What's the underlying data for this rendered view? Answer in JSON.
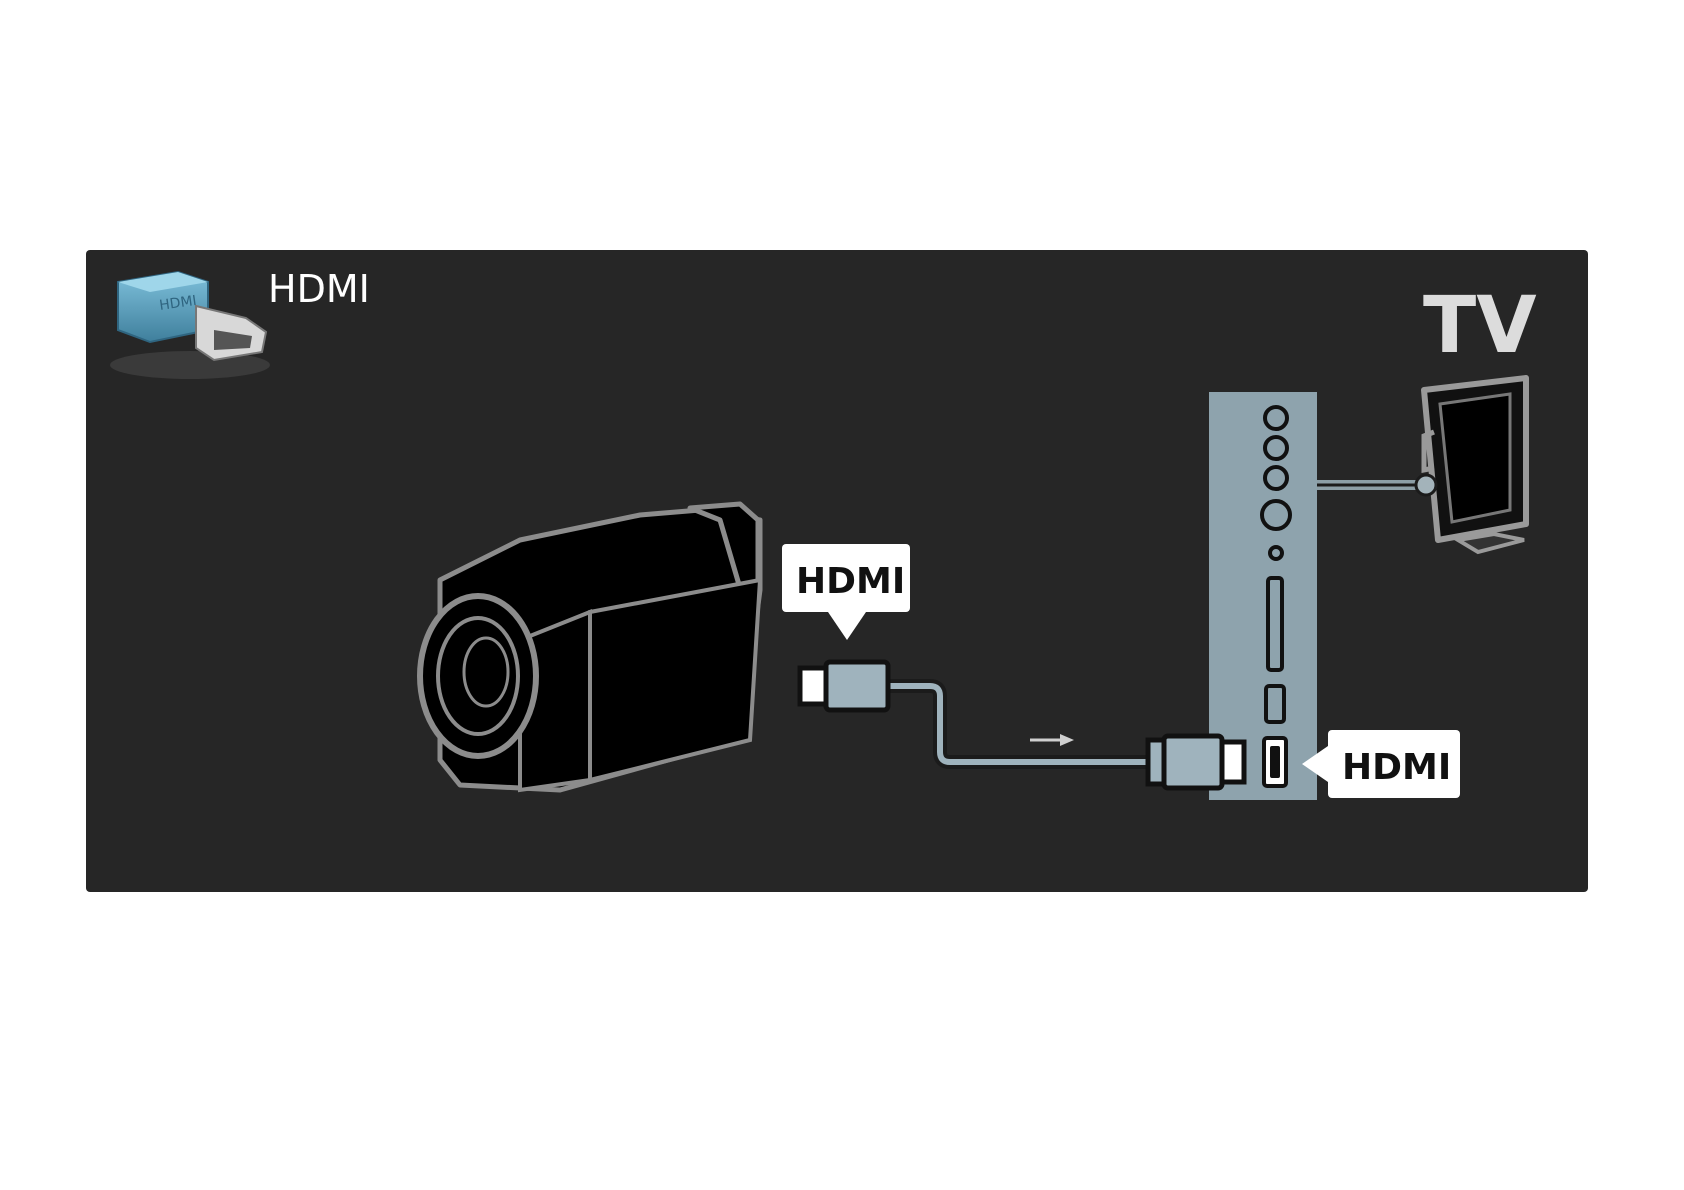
{
  "legend": {
    "connector_label": "HDMI",
    "connector_icon": "hdmi-connector-icon"
  },
  "device_label": "TV",
  "camera_port_label": "HDMI",
  "tv_port_label": "HDMI",
  "colors": {
    "panel": "#262626",
    "port_panel": "#8ea3ad",
    "cable": "#9fb3bd",
    "outline": "#8c8c8c",
    "label_box": "#ffffff"
  }
}
